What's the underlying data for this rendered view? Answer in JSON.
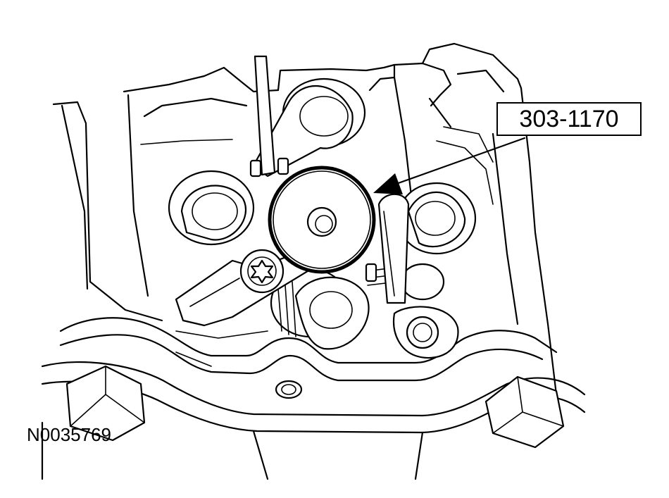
{
  "callout": {
    "label": "303-1170"
  },
  "figure": {
    "id": "N0035769"
  },
  "colors": {
    "line": "#000000",
    "background": "#ffffff"
  },
  "icons": {
    "pointer": "arrow-icon",
    "tool": "special-tool-drawing"
  }
}
